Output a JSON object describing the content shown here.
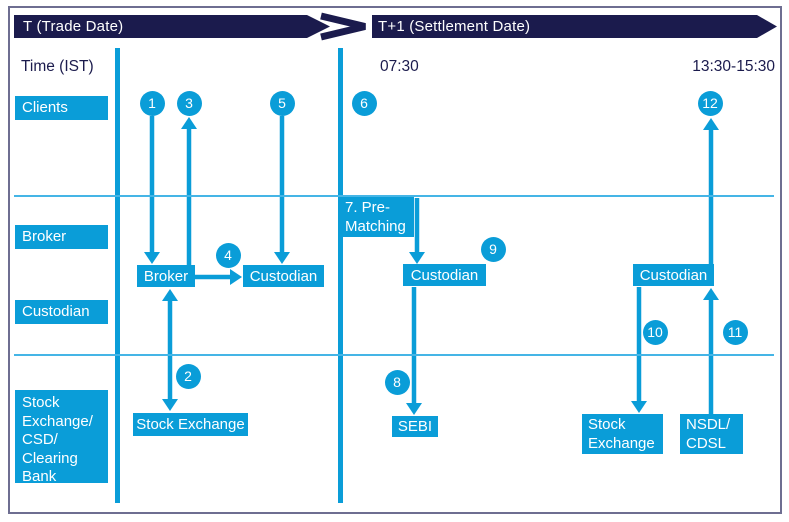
{
  "header": {
    "phase1": "T (Trade Date)",
    "phase2": "T+1 (Settlement Date)"
  },
  "time_row": {
    "label": "Time (IST)",
    "time1": "07:30",
    "time2": "13:30-15:30"
  },
  "lanes": {
    "clients": "Clients",
    "broker": "Broker",
    "custodian": "Custodian",
    "stock_exchange_group": "Stock\nExchange/\nCSD/\nClearing\nBank"
  },
  "nodes": {
    "broker": "Broker",
    "custodian_trade": "Custodian",
    "stock_exchange_trade": "Stock Exchange",
    "pre_matching": "7. Pre-Matching",
    "custodian_0730": "Custodian",
    "sebi": "SEBI",
    "custodian_1330": "Custodian",
    "stock_exchange_t1": "Stock\nExchange",
    "nsdl_cdsl": "NSDL/\nCDSL"
  },
  "steps": {
    "s1": "1",
    "s2": "2",
    "s3": "3",
    "s4": "4",
    "s5": "5",
    "s6": "6",
    "s8": "8",
    "s9": "9",
    "s10": "10",
    "s11": "11",
    "s12": "12"
  },
  "colors": {
    "cyan": "#0a9dd8",
    "navy": "#1b1b4d",
    "lane_divider": "#45b5e6",
    "frame_border": "#6e6e91"
  }
}
